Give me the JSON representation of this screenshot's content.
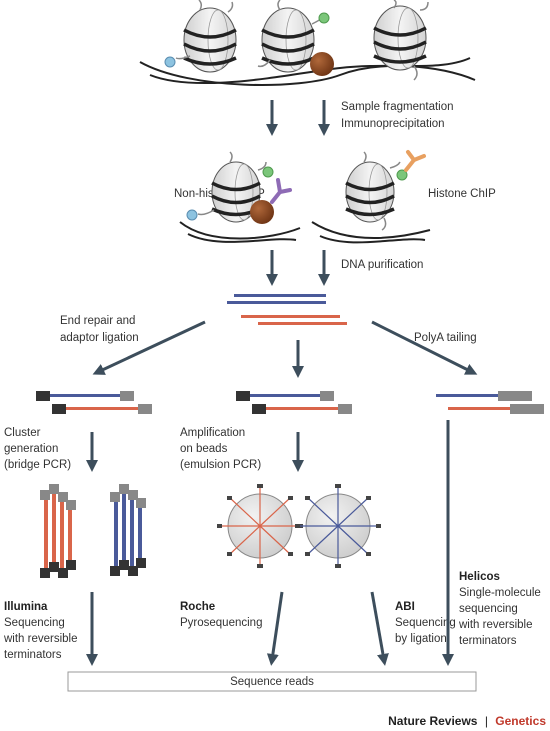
{
  "steps": {
    "fragmentation": [
      "Sample fragmentation",
      "Immunoprecipitation"
    ],
    "non_histone_chip": "Non-histone ChIP",
    "histone_chip": "Histone ChIP",
    "dna_purification": "DNA purification",
    "end_repair": [
      "End repair and",
      "adaptor ligation"
    ],
    "polya": "PolyA tailing",
    "cluster": [
      "Cluster",
      "generation",
      "(bridge PCR)"
    ],
    "amplification": [
      "Amplification",
      "on beads",
      "(emulsion PCR)"
    ]
  },
  "platforms": {
    "illumina": {
      "name": "Illumina",
      "desc": [
        "Sequencing",
        "with reversible",
        "terminators"
      ]
    },
    "roche": {
      "name": "Roche",
      "desc": [
        "Pyrosequencing"
      ]
    },
    "abi": {
      "name": "ABI",
      "desc": [
        "Sequencing",
        "by ligation"
      ]
    },
    "helicos": {
      "name": "Helicos",
      "desc": [
        "Single-molecule",
        "sequencing",
        "with reversible",
        "terminators"
      ]
    }
  },
  "sequence_reads": "Sequence reads",
  "footer": {
    "journal": "Nature Reviews",
    "separator": "|",
    "section": "Genetics"
  },
  "colors": {
    "dna": "#222222",
    "arrow": "#3d4e5c",
    "blue_strand": "#4a5a9a",
    "red_strand": "#d9654a",
    "histone": "#e6e6e6",
    "protein": "#8a4a25",
    "green_mark": "#7bc67a",
    "blue_mark": "#8dc3e0",
    "purple_antibody": "#8e6bb5",
    "orange_antibody": "#e8a060"
  }
}
